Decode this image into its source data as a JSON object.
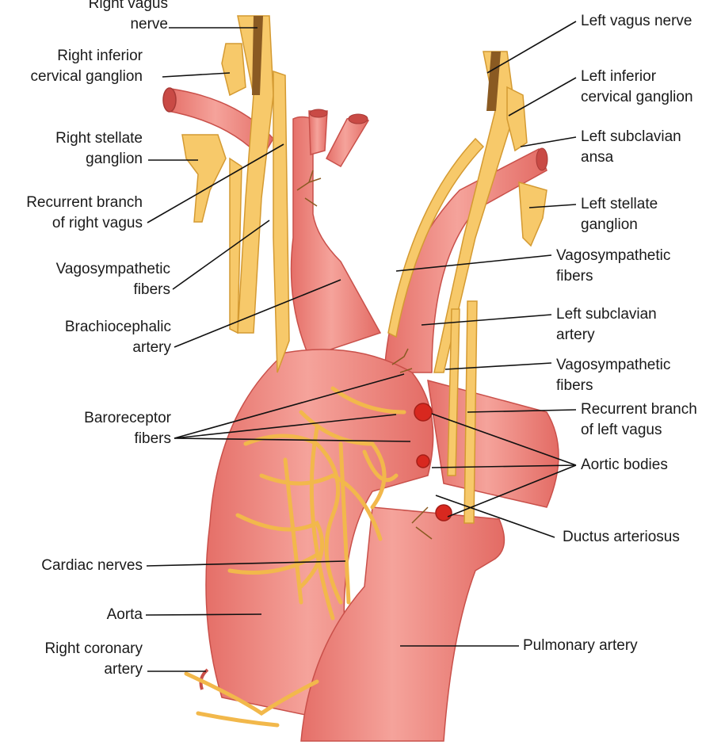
{
  "labels": {
    "right_vagus_nerve": "Right vagus\nnerve",
    "right_inferior_cervical_ganglion": "Right inferior\ncervical ganglion",
    "right_stellate_ganglion": "Right stellate\nganglion",
    "recurrent_branch_right_vagus": "Recurrent branch\nof right vagus",
    "vagosympathetic_fibers_right": "Vagosympathetic\nfibers",
    "brachiocephalic_artery": "Brachiocephalic\nartery",
    "baroreceptor_fibers": "Baroreceptor\nfibers",
    "cardiac_nerves": "Cardiac nerves",
    "aorta": "Aorta",
    "right_coronary_artery": "Right coronary\nartery",
    "left_vagus_nerve": "Left vagus nerve",
    "left_inferior_cervical_ganglion": "Left inferior\ncervical ganglion",
    "left_subclavian_ansa": "Left subclavian\nansa",
    "left_stellate_ganglion": "Left stellate\nganglion",
    "vagosympathetic_fibers_upper": "Vagosympathetic\nfibers",
    "left_subclavian_artery": "Left subclavian\nartery",
    "vagosympathetic_fibers_lower": "Vagosympathetic\nfibers",
    "recurrent_branch_left_vagus": "Recurrent branch\nof left vagus",
    "aortic_bodies": "Aortic bodies",
    "ductus_arteriosus": "Ductus arteriosus",
    "pulmonary_artery": "Pulmonary artery"
  },
  "colors": {
    "vessel_fill": "#ee8a82",
    "vessel_edge": "#c9504a",
    "nerve_fill": "#f7c96a",
    "nerve_edge": "#d49a32",
    "vagus_core": "#8a5a22",
    "aortic_body": "#d8281f",
    "leader_line": "#111111"
  }
}
